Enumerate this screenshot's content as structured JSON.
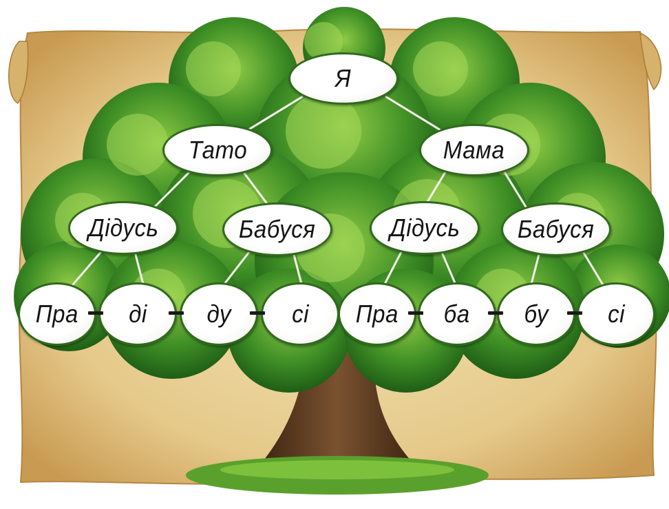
{
  "tree": {
    "root": "Я",
    "parents": [
      "Тато",
      "Мама"
    ],
    "grandparents": [
      "Дідусь",
      "Бабуся",
      "Дідусь",
      "Бабуся"
    ],
    "great_grandparents": [
      "Пра",
      "ді",
      "ду",
      "сі",
      "Пра",
      "ба",
      "бу",
      "сі"
    ]
  },
  "colors": {
    "parchment": "#e9d29a",
    "foliage_dark": "#2f7a1e",
    "foliage_light": "#8cc63e",
    "trunk": "#5b3a1e",
    "node_border": "#2f6a1c"
  }
}
